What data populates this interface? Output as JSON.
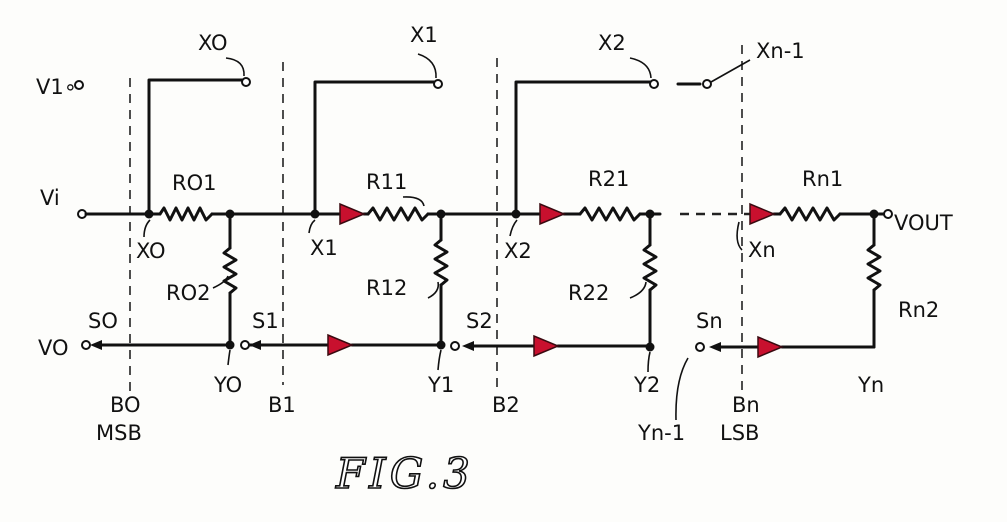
{
  "labels": {
    "v1": "V1∘",
    "vi": "Vi",
    "vo": "VO",
    "s0": "SO",
    "x0_top": "XO",
    "x1_top": "X1",
    "x2_top": "X2",
    "xn1_top": "Xn-1",
    "r01": "RO1",
    "r11": "R11",
    "r21": "R21",
    "rn1": "Rn1",
    "x0_node": "XO",
    "x1_node": "X1",
    "x2_node": "X2",
    "xn_node": "Xn",
    "vout": "VOUT",
    "r02": "RO2",
    "r12": "R12",
    "r22": "R22",
    "rn2": "Rn2",
    "s1": "S1",
    "s2": "S2",
    "sn": "Sn",
    "y0": "YO",
    "y1": "Y1",
    "y2": "Y2",
    "yn": "Yn",
    "yn1": "Yn-1",
    "b0": "BO",
    "msb": "MSB",
    "b1": "B1",
    "b2": "B2",
    "bn": "Bn",
    "lsb": "LSB"
  },
  "figure": {
    "caption": "FIG.3"
  },
  "colors": {
    "ink": "#111111",
    "buffer_fill": "#c8102e",
    "paper": "#fdfdfb"
  }
}
